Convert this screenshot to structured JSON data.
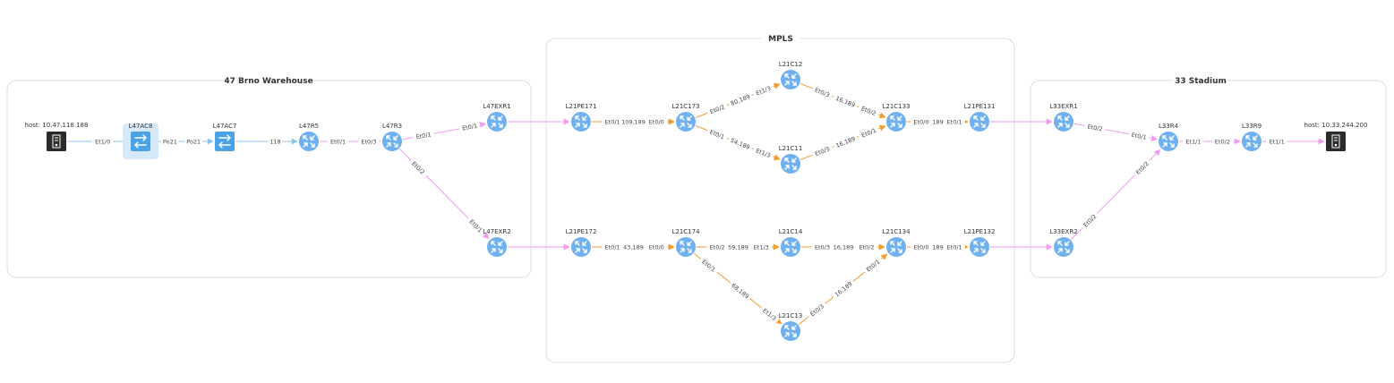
{
  "diagram": {
    "groups": [
      {
        "id": "brno",
        "title": "47 Brno Warehouse"
      },
      {
        "id": "mpls",
        "title": "MPLS"
      },
      {
        "id": "stadium",
        "title": "33 Stadium"
      }
    ],
    "nodes": [
      {
        "id": "host1",
        "label": "host: 10.47.118.188",
        "kind": "host"
      },
      {
        "id": "L47AC8",
        "label": "L47AC8",
        "kind": "switch",
        "selected": true
      },
      {
        "id": "L47AC7",
        "label": "L47AC7",
        "kind": "switch"
      },
      {
        "id": "L47R5",
        "label": "L47R5",
        "kind": "router"
      },
      {
        "id": "L47R3",
        "label": "L47R3",
        "kind": "router"
      },
      {
        "id": "L47EXR1",
        "label": "L47EXR1",
        "kind": "router"
      },
      {
        "id": "L47EXR2",
        "label": "L47EXR2",
        "kind": "router"
      },
      {
        "id": "L21PE171",
        "label": "L21PE171",
        "kind": "router"
      },
      {
        "id": "L21PE172",
        "label": "L21PE172",
        "kind": "router"
      },
      {
        "id": "L21C173",
        "label": "L21C173",
        "kind": "router"
      },
      {
        "id": "L21C174",
        "label": "L21C174",
        "kind": "router"
      },
      {
        "id": "L21C12",
        "label": "L21C12",
        "kind": "router"
      },
      {
        "id": "L21C11",
        "label": "L21C11",
        "kind": "router"
      },
      {
        "id": "L21C14",
        "label": "L21C14",
        "kind": "router"
      },
      {
        "id": "L21C13",
        "label": "L21C13",
        "kind": "router"
      },
      {
        "id": "L21C133",
        "label": "L21C133",
        "kind": "router"
      },
      {
        "id": "L21C134",
        "label": "L21C134",
        "kind": "router"
      },
      {
        "id": "L21PE131",
        "label": "L21PE131",
        "kind": "router"
      },
      {
        "id": "L21PE132",
        "label": "L21PE132",
        "kind": "router"
      },
      {
        "id": "L33EXR1",
        "label": "L33EXR1",
        "kind": "router"
      },
      {
        "id": "L33EXR2",
        "label": "L33EXR2",
        "kind": "router"
      },
      {
        "id": "L33R4",
        "label": "L33R4",
        "kind": "router"
      },
      {
        "id": "L33R9",
        "label": "L33R9",
        "kind": "router"
      },
      {
        "id": "host2",
        "label": "host: 10.33.244.200",
        "kind": "host"
      }
    ],
    "links": [
      {
        "from": "host1",
        "to": "L47AC8",
        "type": "l2",
        "labels": [
          {
            "text": "Et1/0",
            "t": 0.55
          }
        ]
      },
      {
        "from": "L47AC8",
        "to": "L47AC7",
        "type": "l2",
        "labels": [
          {
            "text": "Po21",
            "t": 0.35
          },
          {
            "text": "Po21",
            "t": 0.63
          }
        ]
      },
      {
        "from": "L47AC7",
        "to": "L47R5",
        "type": "l2",
        "labels": [
          {
            "text": "118",
            "t": 0.6
          }
        ]
      },
      {
        "from": "L47R5",
        "to": "L47R3",
        "type": "l3",
        "labels": [
          {
            "text": "Et0/1",
            "t": 0.35
          },
          {
            "text": "Et0/3",
            "t": 0.72
          }
        ]
      },
      {
        "from": "L47R3",
        "to": "L47EXR1",
        "type": "l3",
        "labels": [
          {
            "text": "Et0/1",
            "t": 0.3
          },
          {
            "text": "Et0/1",
            "t": 0.74
          }
        ]
      },
      {
        "from": "L47R3",
        "to": "L47EXR2",
        "type": "l3",
        "labels": [
          {
            "text": "Et0/2",
            "t": 0.25
          },
          {
            "text": "Et0/1",
            "t": 0.8
          }
        ]
      },
      {
        "from": "L47EXR1",
        "to": "L21PE171",
        "type": "l3",
        "labels": []
      },
      {
        "from": "L47EXR2",
        "to": "L21PE172",
        "type": "l3",
        "labels": []
      },
      {
        "from": "L21PE171",
        "to": "L21C173",
        "type": "mpls",
        "labels": [
          {
            "text": "Et0/1",
            "t": 0.3
          },
          {
            "text": "109,189",
            "t": 0.5
          },
          {
            "text": "Et0/0",
            "t": 0.72
          }
        ]
      },
      {
        "from": "L21C173",
        "to": "L21C12",
        "type": "mpls",
        "labels": [
          {
            "text": "Et0/2",
            "t": 0.3
          },
          {
            "text": "80,189",
            "t": 0.52
          },
          {
            "text": "Et1/3",
            "t": 0.74
          }
        ]
      },
      {
        "from": "L21C173",
        "to": "L21C11",
        "type": "mpls",
        "labels": [
          {
            "text": "Et0/1",
            "t": 0.3
          },
          {
            "text": "54,189",
            "t": 0.52
          },
          {
            "text": "Et1/3",
            "t": 0.74
          }
        ]
      },
      {
        "from": "L21C12",
        "to": "L21C133",
        "type": "mpls",
        "labels": [
          {
            "text": "Et0/3",
            "t": 0.3
          },
          {
            "text": "16,189",
            "t": 0.52
          },
          {
            "text": "Et0/2",
            "t": 0.74
          }
        ]
      },
      {
        "from": "L21C11",
        "to": "L21C133",
        "type": "mpls",
        "labels": [
          {
            "text": "Et0/3",
            "t": 0.3
          },
          {
            "text": "16,189",
            "t": 0.52
          },
          {
            "text": "Et0/1",
            "t": 0.74
          }
        ]
      },
      {
        "from": "L21C133",
        "to": "L21PE131",
        "type": "mpls",
        "labels": [
          {
            "text": "Et0/0",
            "t": 0.3
          },
          {
            "text": "189",
            "t": 0.5
          },
          {
            "text": "Et0/1",
            "t": 0.7
          }
        ]
      },
      {
        "from": "L21PE172",
        "to": "L21C174",
        "type": "mpls",
        "labels": [
          {
            "text": "Et0/1",
            "t": 0.3
          },
          {
            "text": "43,189",
            "t": 0.5
          },
          {
            "text": "Et0/0",
            "t": 0.72
          }
        ]
      },
      {
        "from": "L21C174",
        "to": "L21C14",
        "type": "mpls",
        "labels": [
          {
            "text": "Et0/2",
            "t": 0.3
          },
          {
            "text": "59,189",
            "t": 0.5
          },
          {
            "text": "Et1/3",
            "t": 0.72
          }
        ]
      },
      {
        "from": "L21C174",
        "to": "L21C13",
        "type": "mpls",
        "labels": [
          {
            "text": "Et0/1",
            "t": 0.22
          },
          {
            "text": "68,189",
            "t": 0.52
          },
          {
            "text": "Et1/3",
            "t": 0.8
          }
        ]
      },
      {
        "from": "L21C14",
        "to": "L21C134",
        "type": "mpls",
        "labels": [
          {
            "text": "Et0/3",
            "t": 0.3
          },
          {
            "text": "16,189",
            "t": 0.5
          },
          {
            "text": "Et0/2",
            "t": 0.72
          }
        ]
      },
      {
        "from": "L21C13",
        "to": "L21C134",
        "type": "mpls",
        "labels": [
          {
            "text": "Et0/3",
            "t": 0.25
          },
          {
            "text": "16,189",
            "t": 0.5
          },
          {
            "text": "Et0/1",
            "t": 0.78
          }
        ]
      },
      {
        "from": "L21C134",
        "to": "L21PE132",
        "type": "mpls",
        "labels": [
          {
            "text": "Et0/0",
            "t": 0.3
          },
          {
            "text": "189",
            "t": 0.5
          },
          {
            "text": "Et0/1",
            "t": 0.7
          }
        ]
      },
      {
        "from": "L21PE131",
        "to": "L33EXR1",
        "type": "l3",
        "labels": []
      },
      {
        "from": "L21PE132",
        "to": "L33EXR2",
        "type": "l3",
        "labels": []
      },
      {
        "from": "L33EXR1",
        "to": "L33R4",
        "type": "l3",
        "labels": [
          {
            "text": "Et0/2",
            "t": 0.3
          },
          {
            "text": "Et0/1",
            "t": 0.72
          }
        ]
      },
      {
        "from": "L33EXR2",
        "to": "L33R4",
        "type": "l3",
        "labels": [
          {
            "text": "Et0/2",
            "t": 0.25
          },
          {
            "text": "Et0/2",
            "t": 0.75
          }
        ]
      },
      {
        "from": "L33R4",
        "to": "L33R9",
        "type": "l3",
        "labels": [
          {
            "text": "Et1/1",
            "t": 0.3
          },
          {
            "text": "Et0/2",
            "t": 0.65
          }
        ]
      },
      {
        "from": "L33R9",
        "to": "host2",
        "type": "l3",
        "labels": [
          {
            "text": "Et1/1",
            "t": 0.3
          }
        ]
      }
    ],
    "colors": {
      "l2": "#8fc4f0",
      "l3": "#f09af0",
      "mpls": "#f29a2b",
      "router": "#6fb1f0",
      "switch": "#4aa3e6",
      "host": "#2b2b2b",
      "selected_bg": "#d6e9fb"
    }
  }
}
